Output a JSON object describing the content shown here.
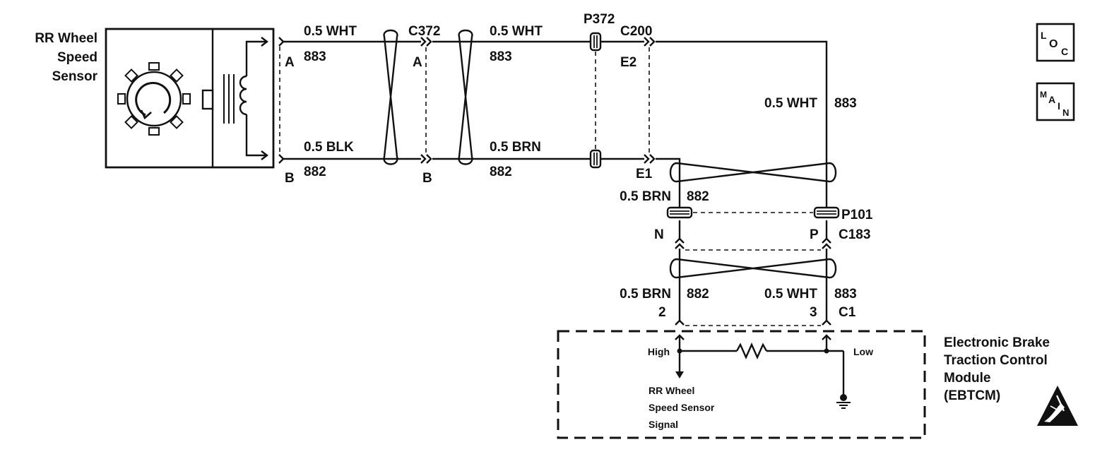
{
  "sensor": {
    "title_lines": [
      "RR Wheel",
      "Speed",
      "Sensor"
    ]
  },
  "wires": {
    "w1_color": "0.5 WHT",
    "w1_circuit": "883",
    "w2_color": "0.5 BLK",
    "w2_circuit": "882",
    "w3_color": "0.5 WHT",
    "w3_circuit": "883",
    "w4_color": "0.5 BRN",
    "w4_circuit": "882",
    "w5_color": "0.5 WHT",
    "w5_circuit": "883",
    "w6_color": "0.5 BRN",
    "w6_circuit": "882",
    "w7_color": "0.5 BRN",
    "w7_circuit": "882",
    "w8_color": "0.5 WHT",
    "w8_circuit": "883"
  },
  "connectors": {
    "sensor_pin_a": "A",
    "sensor_pin_b": "B",
    "c372": "C372",
    "c372_pin_a": "A",
    "c372_pin_b": "B",
    "p372": "P372",
    "c200": "C200",
    "c200_pin_e2": "E2",
    "c200_pin_e1": "E1",
    "p101": "P101",
    "c183": "C183",
    "c183_pin_n": "N",
    "c183_pin_p": "P",
    "c1": "C1",
    "c1_pin_2": "2",
    "c1_pin_3": "3"
  },
  "module": {
    "name_lines": [
      "Electronic Brake",
      "Traction Control",
      "Module",
      "(EBTCM)"
    ],
    "high": "High",
    "low": "Low",
    "signal_lines": [
      "RR Wheel",
      "Speed Sensor",
      "Signal"
    ]
  },
  "icons": {
    "loc": [
      "L",
      "O",
      "C"
    ],
    "main": [
      "M",
      "A",
      "I",
      "N"
    ]
  }
}
